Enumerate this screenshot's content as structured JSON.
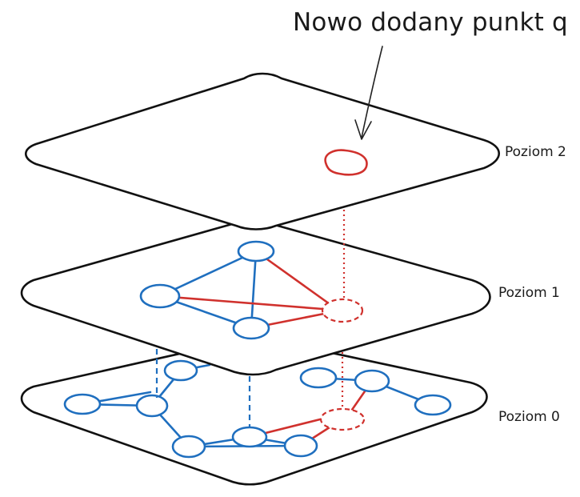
{
  "annotation": {
    "text": "Nowo dodany punkt q"
  },
  "layers": [
    {
      "label": "Poziom 2"
    },
    {
      "label": "Poziom 1"
    },
    {
      "label": "Poziom 0"
    }
  ],
  "colors": {
    "graph": "#1f6fbf",
    "new_point": "#d0312d",
    "plane": "#111111"
  }
}
